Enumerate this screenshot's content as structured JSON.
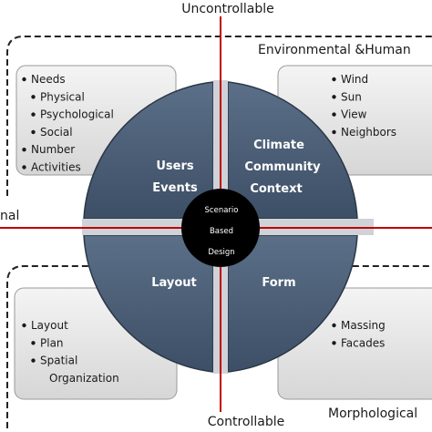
{
  "axis": {
    "top": "Uncontrollable",
    "bottom": "Controllable",
    "left": "nal"
  },
  "groups": {
    "top_right": "Environmental &Human",
    "bottom_right": "Morphological"
  },
  "segments": {
    "top_left": [
      "Users",
      "Events"
    ],
    "top_right": [
      "Climate",
      "Community",
      "Context"
    ],
    "bottom_left": [
      "Layout"
    ],
    "bottom_right": [
      "Form"
    ]
  },
  "center": [
    "Scenario",
    "Based",
    "Design"
  ],
  "lists": {
    "top_left": [
      {
        "text": "Needs",
        "level": 0
      },
      {
        "text": "Physical",
        "level": 1
      },
      {
        "text": "Psychological",
        "level": 1
      },
      {
        "text": "Social",
        "level": 1
      },
      {
        "text": "Number",
        "level": 0
      },
      {
        "text": "Activities",
        "level": 0
      }
    ],
    "top_right": [
      {
        "text": "Wind",
        "level": 0
      },
      {
        "text": "Sun",
        "level": 0
      },
      {
        "text": "View",
        "level": 0
      },
      {
        "text": "Neighbors",
        "level": 0
      }
    ],
    "bottom_left": [
      {
        "text": "Layout",
        "level": 0
      },
      {
        "text": "Plan",
        "level": 1
      },
      {
        "text": "Spatial",
        "level": 1
      },
      {
        "text": "Organization",
        "level": 2
      }
    ],
    "bottom_right": [
      {
        "text": "Massing",
        "level": 0
      },
      {
        "text": "Facades",
        "level": 0
      }
    ]
  },
  "colors": {
    "segment_fill": "#4a5e78",
    "axis_line": "#c00000",
    "center_fill": "#000000"
  }
}
